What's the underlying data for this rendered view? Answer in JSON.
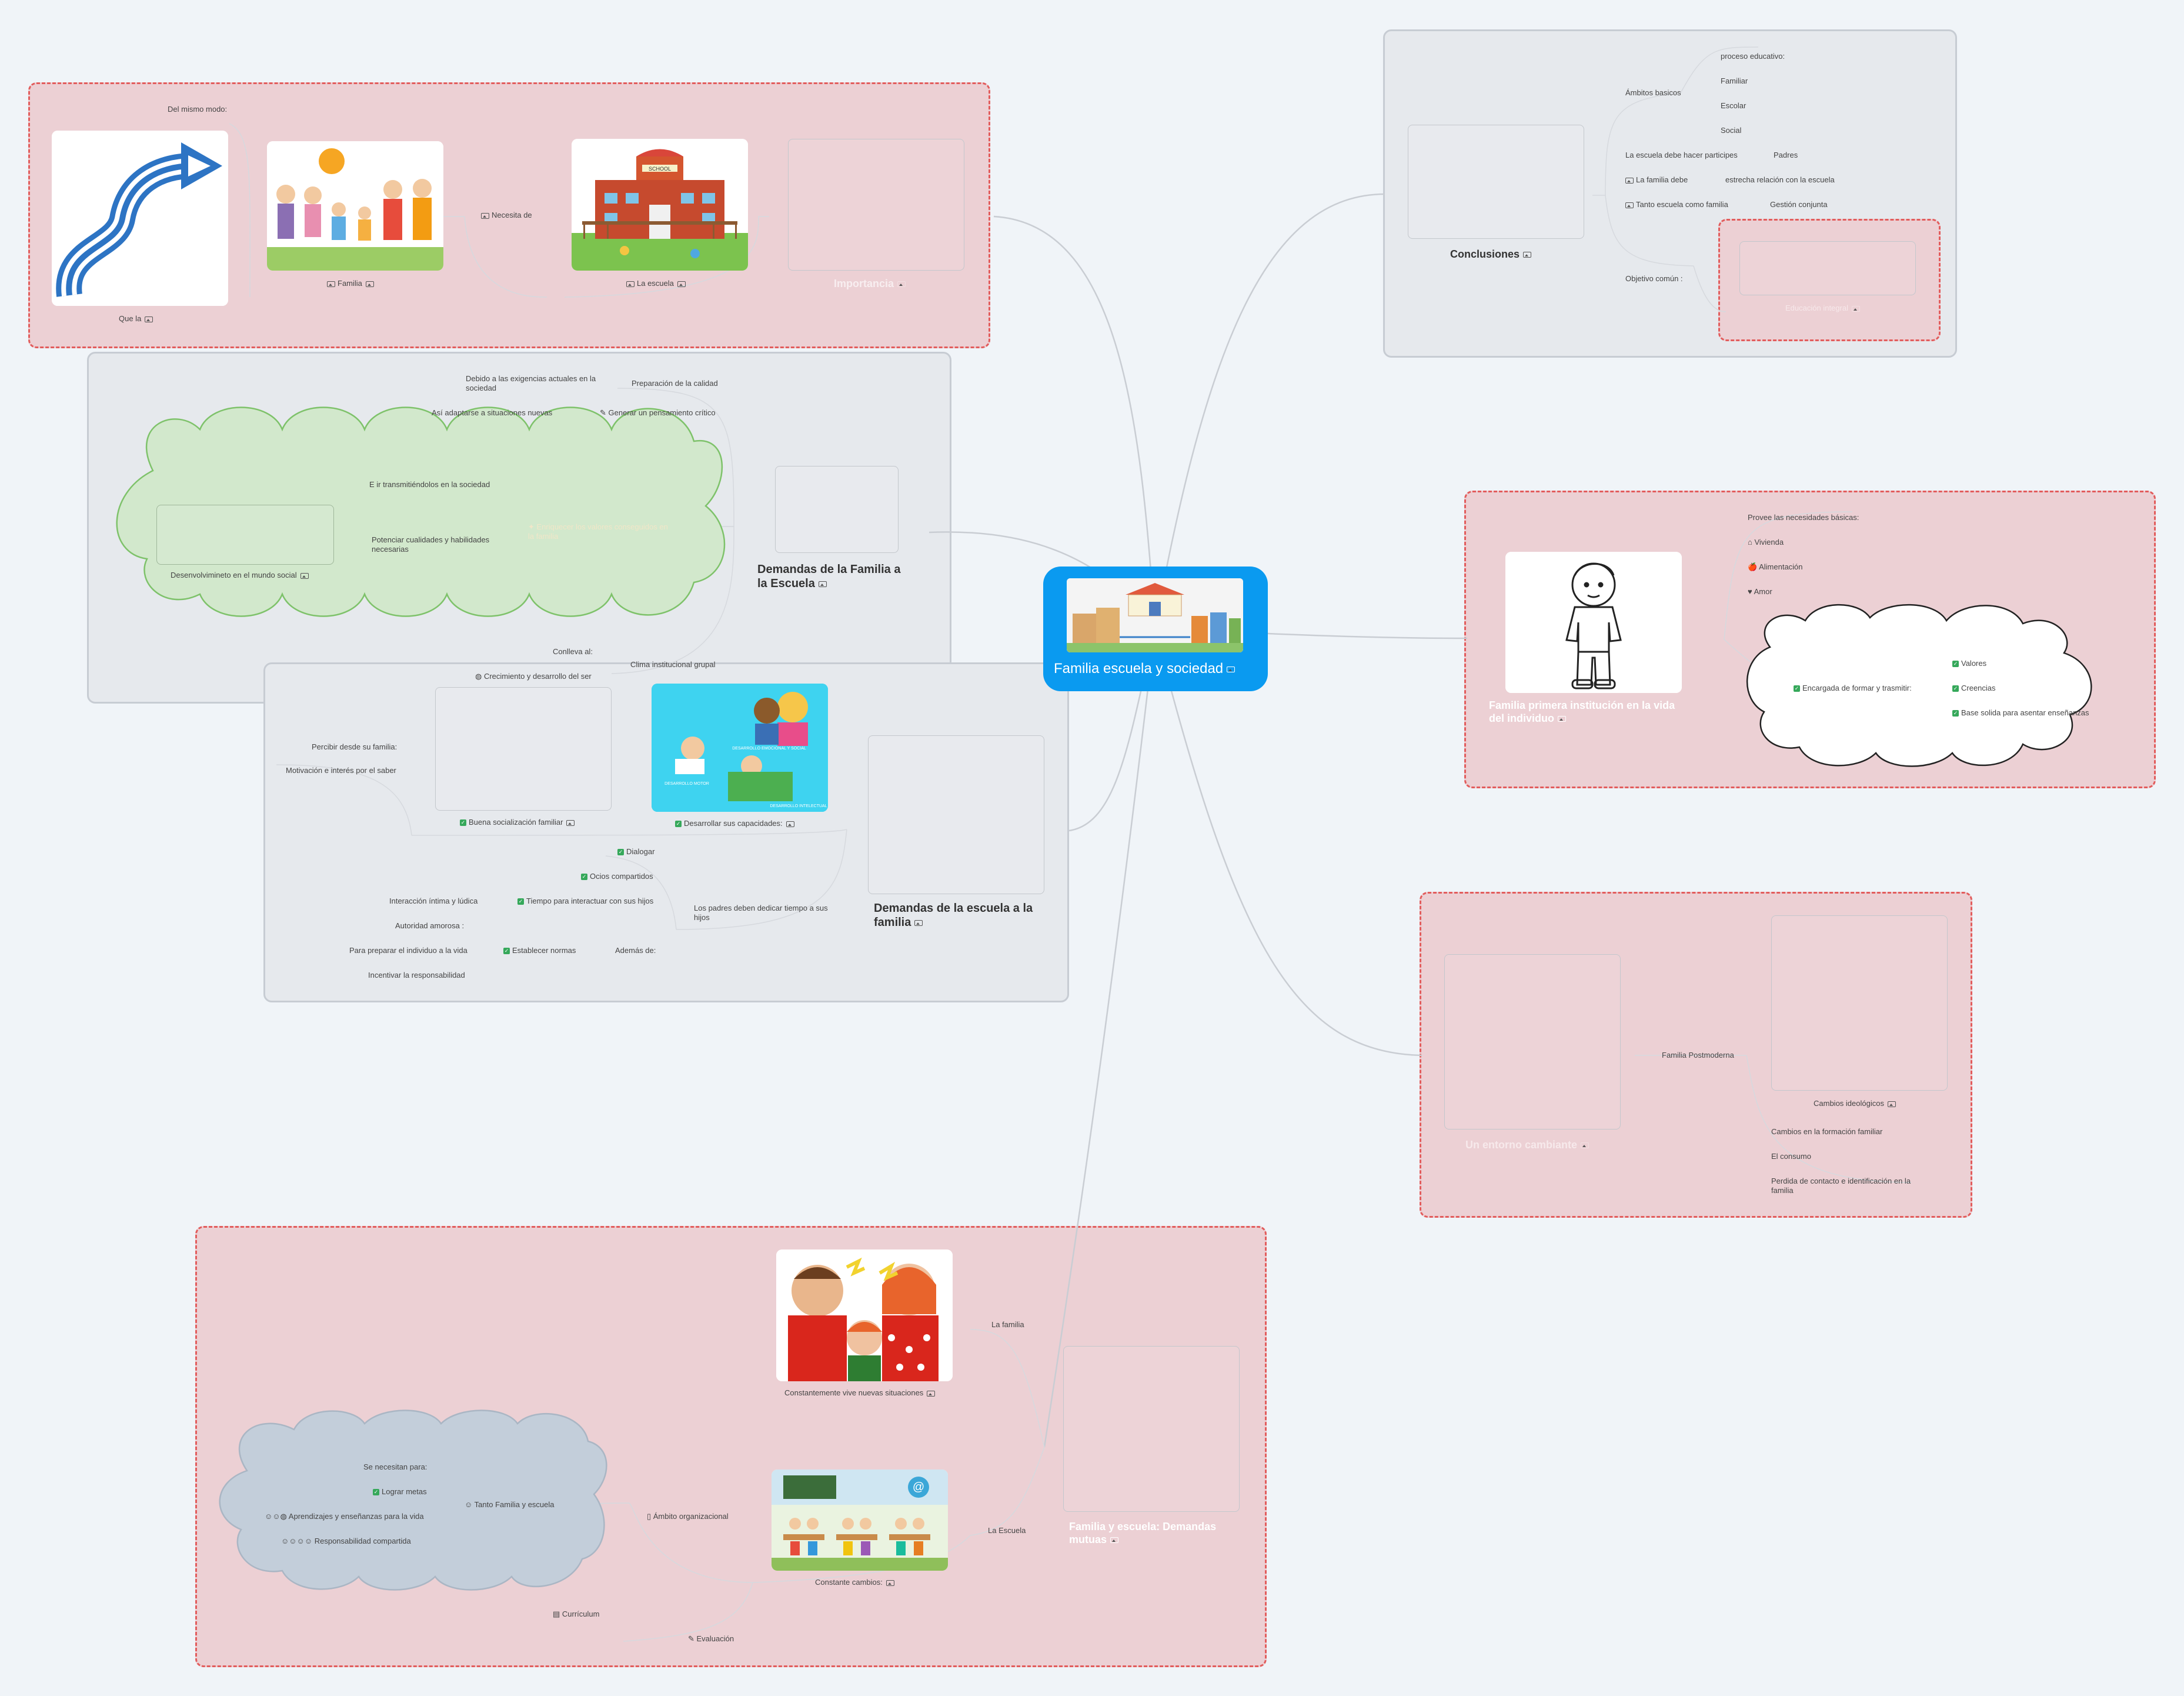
{
  "central": {
    "title": "Familia escuela y sociedad"
  },
  "importancia": {
    "title": "Importancia",
    "necesita_de": "Necesita de",
    "del_mismo_modo": "Del mismo modo:",
    "que_la": "Que la",
    "familia": "Familia",
    "la_escuela": "La escuela",
    "school_sign": "SCHOOL"
  },
  "demandas_familia": {
    "title": "Demandas de la Familia a la Escuela",
    "preparacion": "Preparación de la calidad",
    "debido": "Debido a las exigencias actuales en la sociedad",
    "generar": "Generar un pensamiento crítico",
    "asi": "Así adaptarse a situaciones nuevas",
    "enriquecer": "Enriquecer los valores conseguidos en la familia",
    "transmitiendolos": "E ir transmitiéndolos en la sociedad",
    "potenciar": "Potenciar cualidades y habilidades necesarias",
    "desenvolvimiento": "Desenvolvimineto en el mundo social",
    "clima": "Clima institucional grupal",
    "conlleva": "Conlleva al:",
    "crecimiento": "Crecimiento y desarrollo del ser"
  },
  "demandas_escuela": {
    "title": "Demandas de la escuela a la familia",
    "desarrollar": "Desarrollar sus capacidades:",
    "buena": "Buena socialización familiar",
    "percibir": "Percibir desde su familia:",
    "motivacion": "Motivación e interés por el saber",
    "padres": "Los padres deben dedicar tiempo a sus hijos",
    "dialogar": "Dialogar",
    "ocios": "Ocios compartidos",
    "tiempo": "Tiempo para interactuar con sus hijos",
    "interaccion": "Interacción íntima y lúdica",
    "ademas": "Además de:",
    "establecer": "Establecer normas",
    "autoridad": "Autoridad amorosa :",
    "preparar": "Para preparar el individuo a la vida",
    "incentivar": "Incentivar la responsabilidad",
    "child_labels": [
      "DESARROLLO EMOCIONAL Y SOCIAL",
      "DESARROLLO MOTOR",
      "DESARROLLO INTELECTUAL"
    ]
  },
  "conclusiones": {
    "title": "Conclusiones",
    "ambitos": "Ámbitos basicos",
    "proceso": "proceso educativo:",
    "familiar": "Familiar",
    "escolar": "Escolar",
    "social": "Social",
    "la_escuela_debe": "La escuela debe hacer participes",
    "padres": "Padres",
    "la_familia_debe": "La familia debe",
    "estrecha": "estrecha relación con la escuela",
    "tanto": "Tanto escuela como familia",
    "gestion": "Gestión conjunta",
    "objetivo": "Objetivo común :",
    "educacion": "Educación integral"
  },
  "primera": {
    "title": "Familia primera institución en la vida del individuo",
    "provee": "Provee las necesidades básicas:",
    "vivienda": "Vivienda",
    "alimentacion": "Alimentación",
    "amor": "Amor",
    "encargada": "Encargada de formar y trasmitir:",
    "valores": "Valores",
    "creencias": "Creencias",
    "base": "Base solida para asentar enseñanzas"
  },
  "entorno": {
    "title": "Un entorno cambiante",
    "postmoderna": "Familia Postmoderna",
    "cambios_ideo": "Cambios ideológicos",
    "cambios_form": "Cambios en la formación familiar",
    "consumo": "El consumo",
    "perdida": "Perdida de contacto e identificación en la familia"
  },
  "mutuas": {
    "title": "Familia y escuela: Demandas mutuas",
    "la_familia": "La familia",
    "constantemente": "Constantemente vive nuevas situaciones",
    "la_escuela": "La Escuela",
    "constante": "Constante cambios:",
    "ambito": "Ámbito organizacional",
    "curriculum": "Currículum",
    "evaluacion": "Evaluación",
    "tanto": "Tanto Familia y escuela",
    "se_necesitan": "Se necesitan para:",
    "lograr": "Lograr metas",
    "aprendizajes": "Aprendizajes y enseñanzas para la vida",
    "responsabilidad": "Responsabilidad compartida"
  },
  "colors": {
    "pink_fill": "#ecd0d4",
    "pink_border": "#e25c5c",
    "gray_fill": "#e6e9ed",
    "center": "#0a9af0",
    "green_cloud": "#d2e8cc",
    "blue_cloud": "#c3ceda"
  }
}
